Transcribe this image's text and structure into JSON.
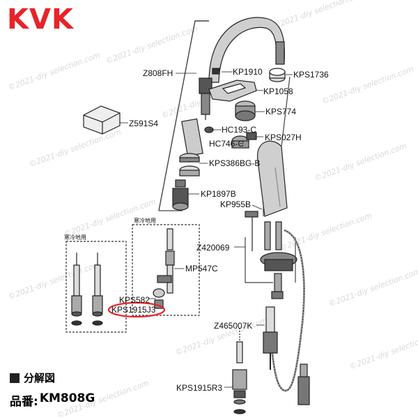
{
  "brand": {
    "logo_text": "KVK",
    "logo_color": "#e8232a"
  },
  "watermark": "©2021-diy selection.com",
  "highlight_color": "#e8232a",
  "parts": {
    "z808fh": "Z808FH",
    "kp1910": "KP1910",
    "kps1736": "KPS1736",
    "kp1058": "KP1058",
    "kps774": "KPS774",
    "z591s4": "Z591S4",
    "hc193c": "HC193-C",
    "kps027h": "KPS027H",
    "hc746c": "HC746-C",
    "kps386bgb": "KPS386BG-B",
    "kp1897b": "KP1897B",
    "kp955b": "KP955B",
    "z420069": "Z420069",
    "mp547c": "MP547C",
    "kps582": "KPS582",
    "kps1915j3": "KPS1915J3",
    "z465007k": "Z465007K",
    "kps1915r3": "KPS1915R3"
  },
  "regions": {
    "cold_left": "寒冷地用",
    "cold_right": "寒冷地用"
  },
  "legend": {
    "label": "分解図"
  },
  "model": {
    "prefix": "品番:",
    "number": "KM808G"
  }
}
